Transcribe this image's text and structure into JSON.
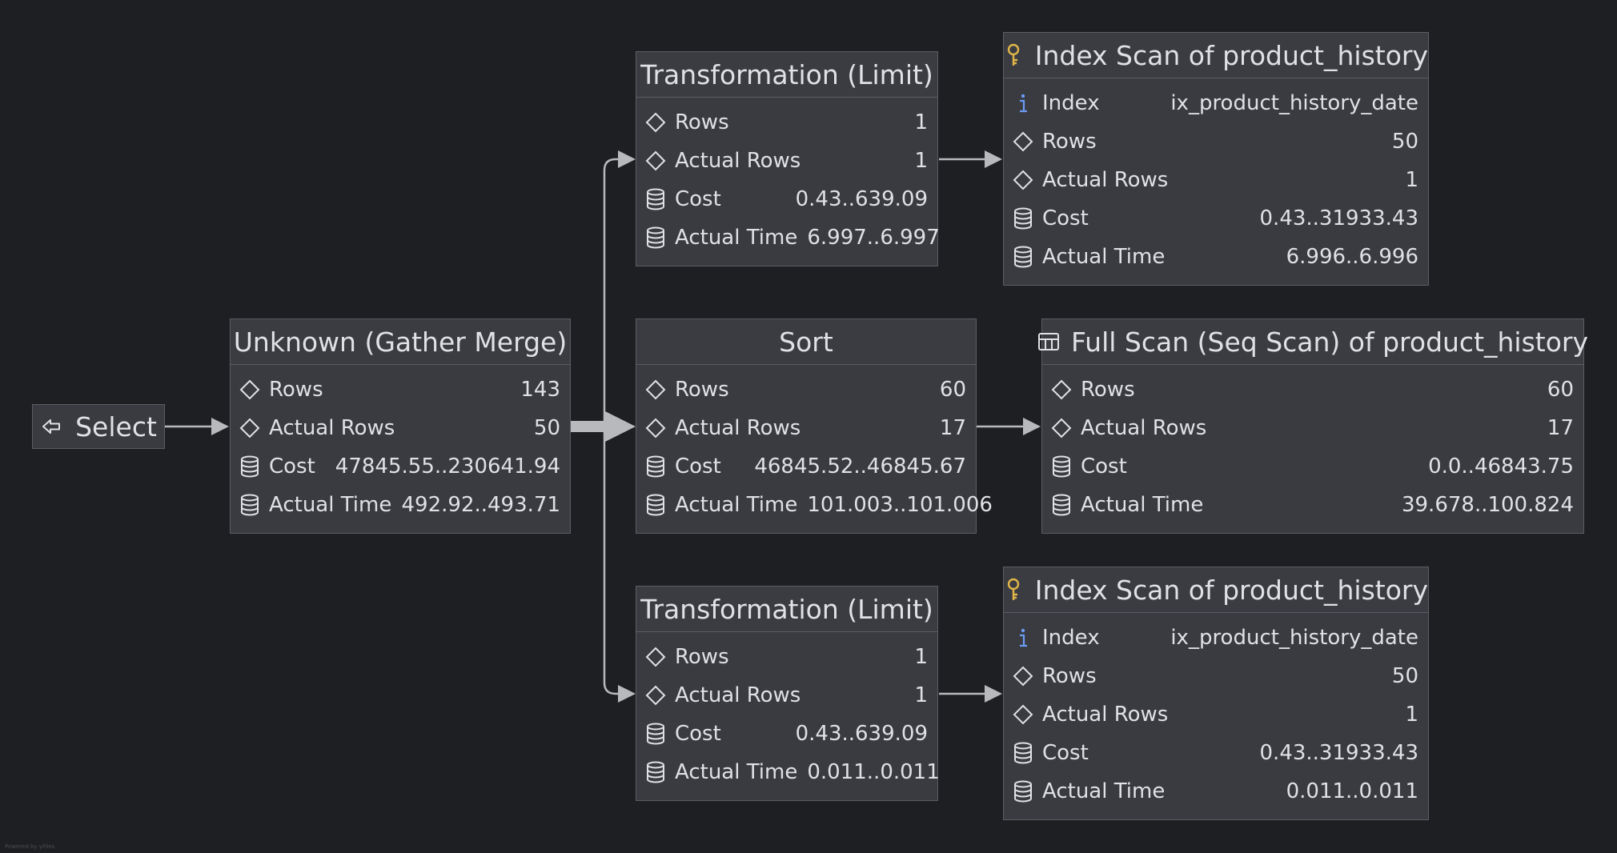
{
  "colors": {
    "background": "#1e1f22",
    "node_fill": "#393b40",
    "node_border": "#5a5d63",
    "text": "#dfe1e5",
    "edge": "#b7b9bd",
    "key_icon": "#e0b64a",
    "info_icon": "#6b9bf5"
  },
  "select": {
    "label": "Select",
    "icon": "arrow-left-icon"
  },
  "nodes": {
    "gather_merge": {
      "title": "Unknown (Gather Merge)",
      "rows": [
        {
          "icon": "diamond-icon",
          "label": "Rows",
          "value": "143"
        },
        {
          "icon": "diamond-icon",
          "label": "Actual Rows",
          "value": "50"
        },
        {
          "icon": "database-icon",
          "label": "Cost",
          "value": "47845.55..230641.94"
        },
        {
          "icon": "database-icon",
          "label": "Actual Time",
          "value": "492.92..493.71"
        }
      ]
    },
    "limit_top": {
      "title": "Transformation (Limit)",
      "rows": [
        {
          "icon": "diamond-icon",
          "label": "Rows",
          "value": "1"
        },
        {
          "icon": "diamond-icon",
          "label": "Actual Rows",
          "value": "1"
        },
        {
          "icon": "database-icon",
          "label": "Cost",
          "value": "0.43..639.09"
        },
        {
          "icon": "database-icon",
          "label": "Actual Time",
          "value": "6.997..6.997"
        }
      ]
    },
    "sort": {
      "title": "Sort",
      "rows": [
        {
          "icon": "diamond-icon",
          "label": "Rows",
          "value": "60"
        },
        {
          "icon": "diamond-icon",
          "label": "Actual Rows",
          "value": "17"
        },
        {
          "icon": "database-icon",
          "label": "Cost",
          "value": "46845.52..46845.67"
        },
        {
          "icon": "database-icon",
          "label": "Actual Time",
          "value": "101.003..101.006"
        }
      ]
    },
    "limit_bottom": {
      "title": "Transformation (Limit)",
      "rows": [
        {
          "icon": "diamond-icon",
          "label": "Rows",
          "value": "1"
        },
        {
          "icon": "diamond-icon",
          "label": "Actual Rows",
          "value": "1"
        },
        {
          "icon": "database-icon",
          "label": "Cost",
          "value": "0.43..639.09"
        },
        {
          "icon": "database-icon",
          "label": "Actual Time",
          "value": "0.011..0.011"
        }
      ]
    },
    "index_top": {
      "title": "Index Scan of product_history",
      "title_icon": "key-icon",
      "rows": [
        {
          "icon": "info-icon",
          "label": "Index",
          "value": "ix_product_history_date"
        },
        {
          "icon": "diamond-icon",
          "label": "Rows",
          "value": "50"
        },
        {
          "icon": "diamond-icon",
          "label": "Actual Rows",
          "value": "1"
        },
        {
          "icon": "database-icon",
          "label": "Cost",
          "value": "0.43..31933.43"
        },
        {
          "icon": "database-icon",
          "label": "Actual Time",
          "value": "6.996..6.996"
        }
      ]
    },
    "full_scan": {
      "title": "Full Scan (Seq Scan) of product_history",
      "title_icon": "table-icon",
      "rows": [
        {
          "icon": "diamond-icon",
          "label": "Rows",
          "value": "60"
        },
        {
          "icon": "diamond-icon",
          "label": "Actual Rows",
          "value": "17"
        },
        {
          "icon": "database-icon",
          "label": "Cost",
          "value": "0.0..46843.75"
        },
        {
          "icon": "database-icon",
          "label": "Actual Time",
          "value": "39.678..100.824"
        }
      ]
    },
    "index_bottom": {
      "title": "Index Scan of product_history",
      "title_icon": "key-icon",
      "rows": [
        {
          "icon": "info-icon",
          "label": "Index",
          "value": "ix_product_history_date"
        },
        {
          "icon": "diamond-icon",
          "label": "Rows",
          "value": "50"
        },
        {
          "icon": "diamond-icon",
          "label": "Actual Rows",
          "value": "1"
        },
        {
          "icon": "database-icon",
          "label": "Cost",
          "value": "0.43..31933.43"
        },
        {
          "icon": "database-icon",
          "label": "Actual Time",
          "value": "0.011..0.011"
        }
      ]
    }
  },
  "footer": "Powered by yFiles"
}
